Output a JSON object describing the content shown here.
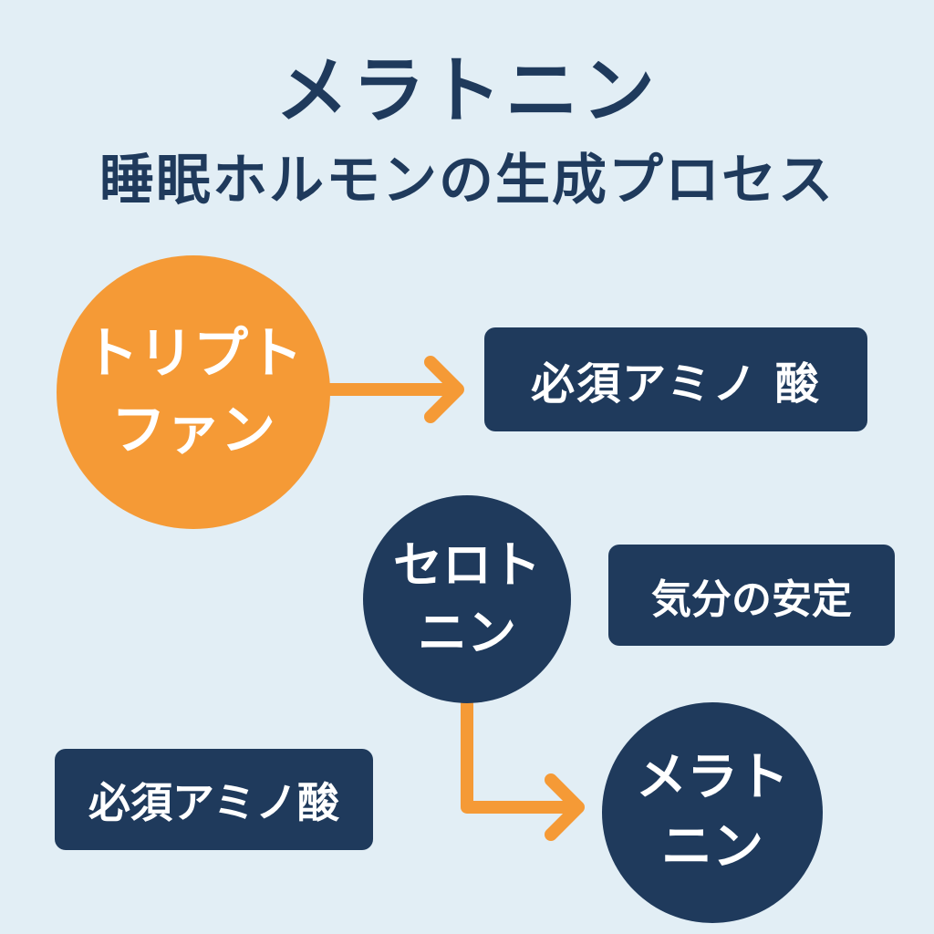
{
  "title": {
    "main": "メラトニン",
    "sub": "睡眠ホルモンの生成プロセス"
  },
  "nodes": {
    "tryptophan": "トリプト\nファン",
    "serotonin": "セロト\nニン",
    "melatonin": "メラト\nニン"
  },
  "labels": {
    "amino_acid_top": "必須アミノ 酸",
    "mood": "気分の安定",
    "amino_acid_bottom": "必須アミノ酸"
  },
  "colors": {
    "background": "#e2eef5",
    "navy": "#1f3a5c",
    "orange": "#f59a36"
  }
}
